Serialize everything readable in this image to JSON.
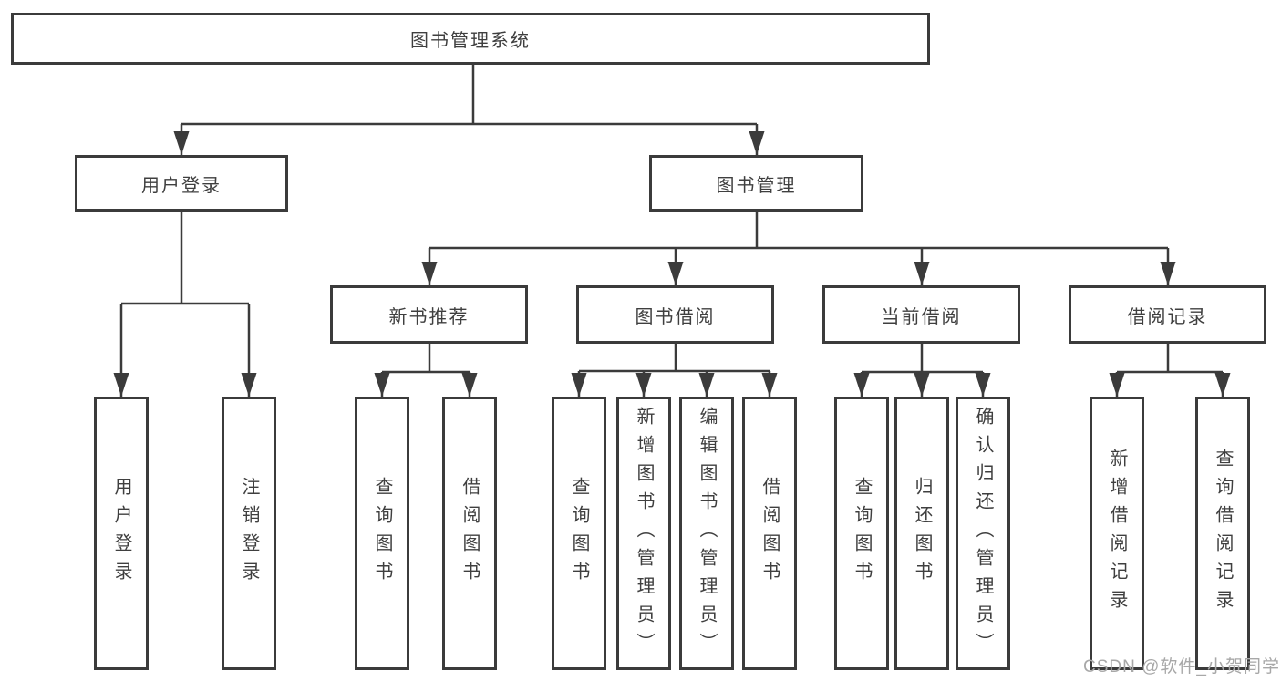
{
  "colors": {
    "line": "#3b3b3b",
    "text": "#3f3f3f",
    "bg": "#ffffff",
    "watermark": "#a8a8a8"
  },
  "watermark": {
    "text": "CSDN @软件_小贺同学"
  },
  "tree": {
    "label": "图书管理系统",
    "children": [
      {
        "label": "用户登录",
        "children": [
          {
            "label": "用户登录"
          },
          {
            "label": "注销登录"
          }
        ]
      },
      {
        "label": "图书管理",
        "children": [
          {
            "label": "新书推荐",
            "children": [
              {
                "label": "查询图书"
              },
              {
                "label": "借阅图书"
              }
            ]
          },
          {
            "label": "图书借阅",
            "children": [
              {
                "label": "查询图书"
              },
              {
                "label": "新增图书（管理员）"
              },
              {
                "label": "编辑图书（管理员）"
              },
              {
                "label": "借阅图书"
              }
            ]
          },
          {
            "label": "当前借阅",
            "children": [
              {
                "label": "查询图书"
              },
              {
                "label": "归还图书"
              },
              {
                "label": "确认归还（管理员）"
              }
            ]
          },
          {
            "label": "借阅记录",
            "children": [
              {
                "label": "新增借阅记录"
              },
              {
                "label": "查询借阅记录"
              }
            ]
          }
        ]
      }
    ]
  }
}
